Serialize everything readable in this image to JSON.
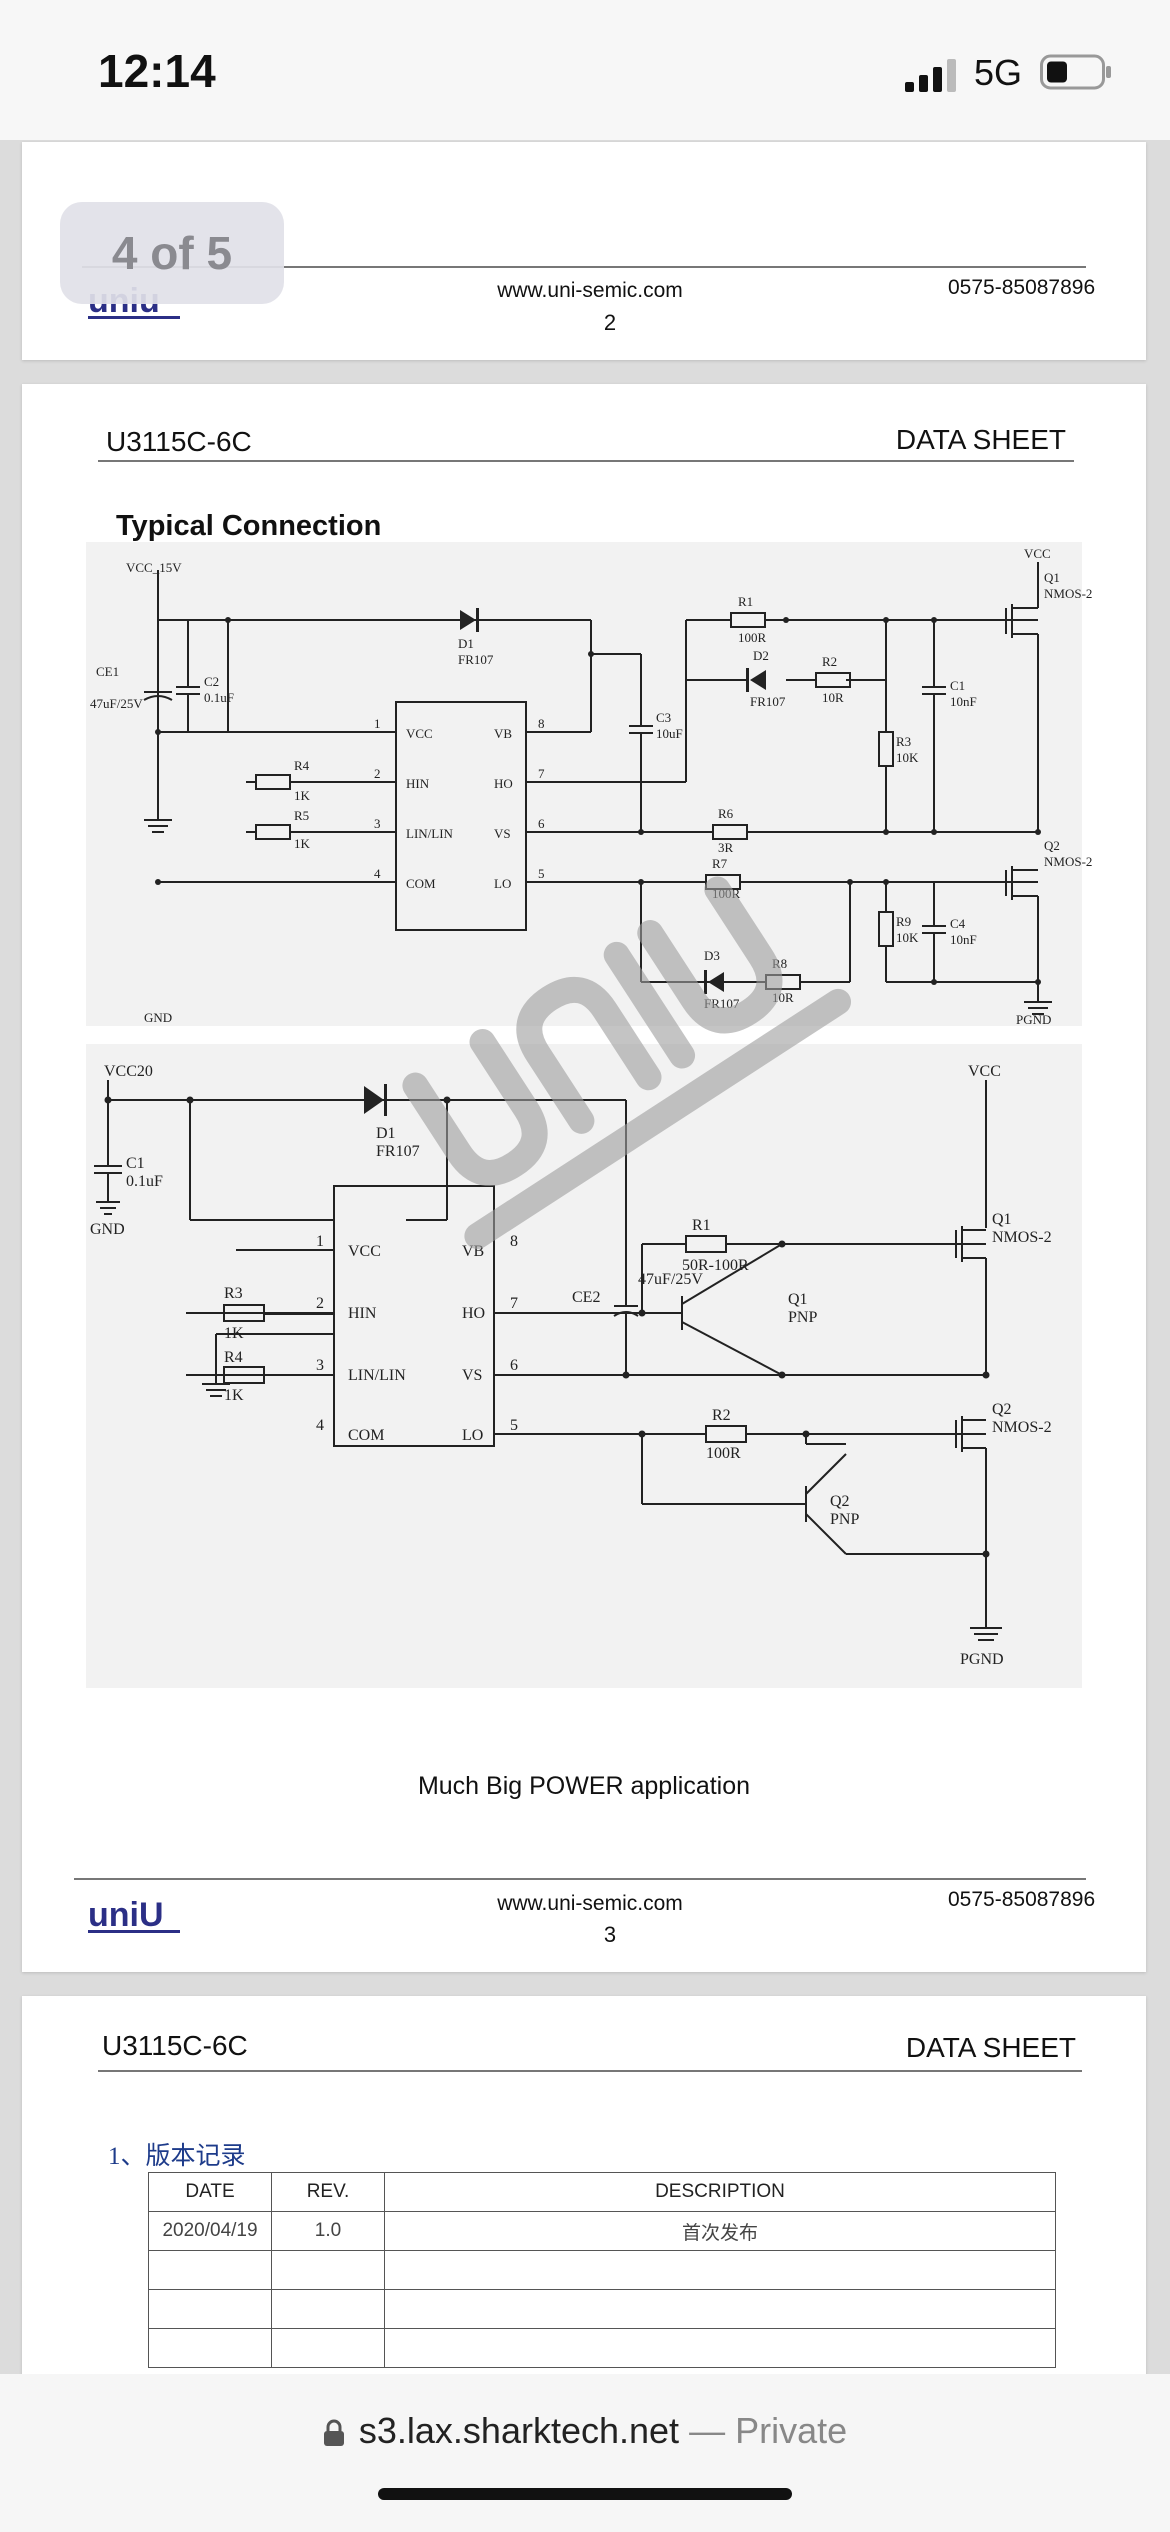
{
  "status": {
    "time": "12:14",
    "network": "5G"
  },
  "doc": {
    "page_indicator": "4 of 5",
    "website": "www.uni-semic.com",
    "phone": "0575-85087896",
    "page2": {
      "number": "2"
    },
    "page3": {
      "part": "U3115C-6C",
      "doc_type": "DATA SHEET",
      "section": "Typical Connection",
      "caption": "Much Big POWER application",
      "number": "3",
      "logo": "uniU"
    },
    "page4": {
      "part": "U3115C-6C",
      "doc_type": "DATA SHEET",
      "version_title": "1、版本记录",
      "table": {
        "headers": [
          "DATE",
          "REV.",
          "DESCRIPTION"
        ],
        "rows": [
          [
            "2020/04/19",
            "1.0",
            "首次发布"
          ],
          [
            "",
            "",
            ""
          ],
          [
            "",
            "",
            ""
          ],
          [
            "",
            "",
            ""
          ]
        ]
      }
    }
  },
  "schematic1": {
    "labels": [
      "VCC_15V",
      "CE1",
      "47uF/25V",
      "C2",
      "0.1uF",
      "GND",
      "D1",
      "FR107",
      "VCC",
      "VB",
      "HIN",
      "HO",
      "LIN/LIN",
      "VS",
      "COM",
      "LO",
      "R4",
      "1K",
      "R5",
      "1K",
      "C3",
      "10uF",
      "R1",
      "100R",
      "D2",
      "FR107",
      "R2",
      "10R",
      "R3",
      "10K",
      "C1",
      "10nF",
      "R6",
      "3R",
      "R7",
      "100R",
      "D3",
      "FR107",
      "R8",
      "10R",
      "R9",
      "10K",
      "C4",
      "10nF",
      "VCC",
      "Q1",
      "NMOS-2",
      "Q2",
      "NMOS-2",
      "PGND",
      "1",
      "2",
      "3",
      "4",
      "5",
      "6",
      "7",
      "8"
    ]
  },
  "schematic2": {
    "labels": [
      "VCC20",
      "C1",
      "0.1uF",
      "GND",
      "D1",
      "FR107",
      "VCC",
      "VB",
      "HIN",
      "HO",
      "LIN/LIN",
      "VS",
      "COM",
      "LO",
      "R3",
      "1K",
      "R4",
      "1K",
      "R1",
      "50R-100R",
      "Q1",
      "PNP",
      "CE2",
      "47uF/25V",
      "R2",
      "100R",
      "Q2",
      "PNP",
      "VCC",
      "Q1",
      "NMOS-2",
      "Q2",
      "NMOS-2",
      "PGND",
      "1",
      "2",
      "3",
      "4",
      "5",
      "6",
      "7",
      "8"
    ]
  },
  "browser": {
    "domain": "s3.lax.sharktech.net",
    "privacy": "— Private"
  },
  "colors": {
    "logo_blue": "#2b2f86",
    "version_blue": "#1d3b8a"
  }
}
